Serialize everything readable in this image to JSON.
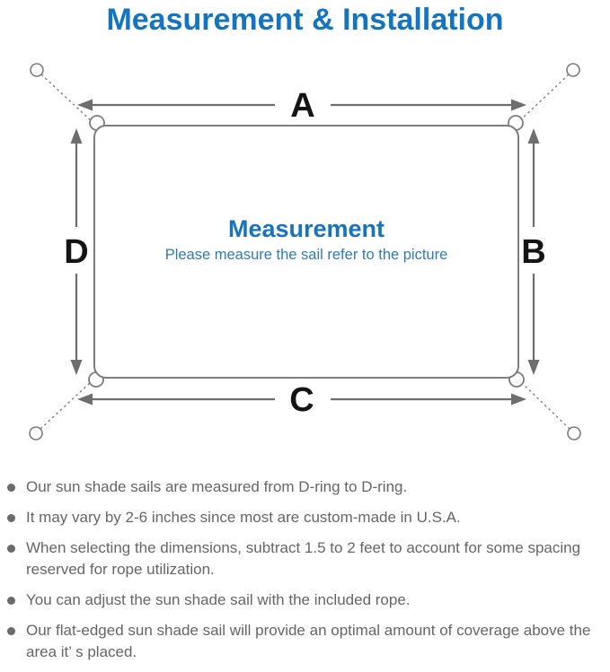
{
  "title": "Measurement & Installation",
  "colors": {
    "title_blue": "#1375c0",
    "heading_blue": "#1673bd",
    "subtitle_blue": "#2e7cb5",
    "outline_gray": "#7d7d7d",
    "arrow_gray": "#6e6e6e",
    "note_gray": "#666666",
    "label_black": "#151515"
  },
  "diagram": {
    "heading": "Measurement",
    "subheading": "Please measure the sail refer to the picture",
    "edge_labels": {
      "top": "A",
      "right": "B",
      "bottom": "C",
      "left": "D"
    }
  },
  "notes": [
    "Our sun shade sails are measured from D-ring to D-ring.",
    "It may vary by 2-6 inches since most are custom-made in U.S.A.",
    "When selecting the dimensions, subtract 1.5 to 2 feet to account for some spacing reserved for rope utilization.",
    "You can adjust the sun shade sail with the included rope.",
    "Our flat-edged sun shade sail will provide an optimal amount of coverage above the area it’ s placed."
  ]
}
